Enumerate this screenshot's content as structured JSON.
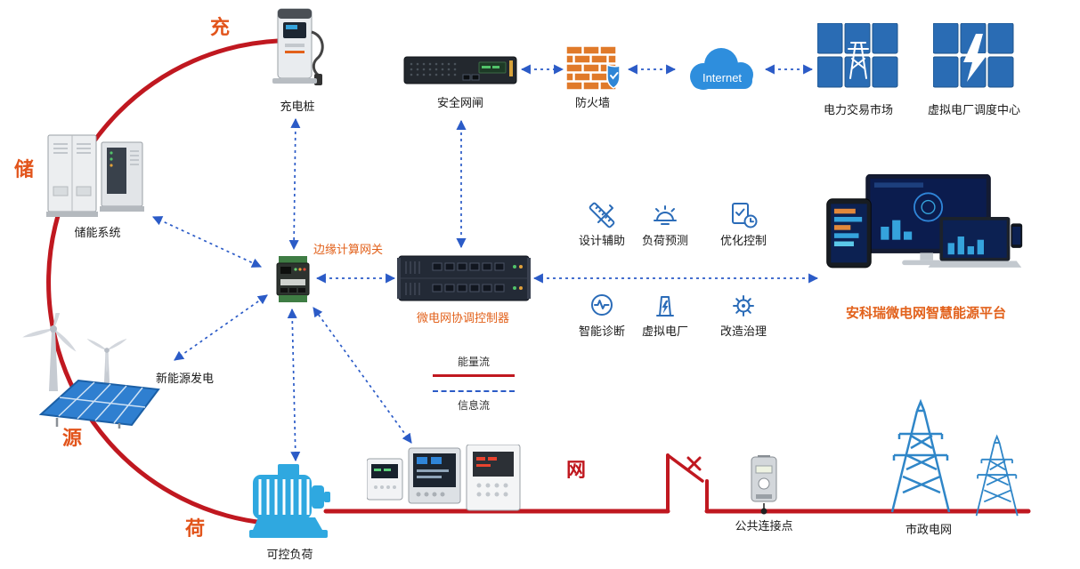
{
  "colors": {
    "energy_flow": "#c01820",
    "info_flow": "#2b5bc7",
    "accent_orange": "#e2611b",
    "icon_blue": "#2b6cb8",
    "device_blue": "#2fa8e0"
  },
  "corner_labels": {
    "charge": "充",
    "storage": "储",
    "source": "源",
    "load": "荷",
    "grid": "网"
  },
  "nodes": {
    "charging_pile": "充电桩",
    "storage_system": "储能系统",
    "renewable": "新能源发电",
    "controllable_load": "可控负荷",
    "edge_gateway": "边缘计算网关",
    "controller": "微电网协调控制器",
    "security_gateway": "安全网闸",
    "firewall": "防火墙",
    "internet": "Internet",
    "power_market": "电力交易市场",
    "vpp_dispatch": "虚拟电厂调度中心",
    "pcc": "公共连接点",
    "municipal_grid": "市政电网",
    "platform": "安科瑞微电网智慧能源平台"
  },
  "features": [
    {
      "label": "设计辅助"
    },
    {
      "label": "负荷预测"
    },
    {
      "label": "优化控制"
    },
    {
      "label": "智能诊断"
    },
    {
      "label": "虚拟电厂"
    },
    {
      "label": "改造治理"
    }
  ],
  "legend": {
    "energy": "能量流",
    "info": "信息流"
  }
}
